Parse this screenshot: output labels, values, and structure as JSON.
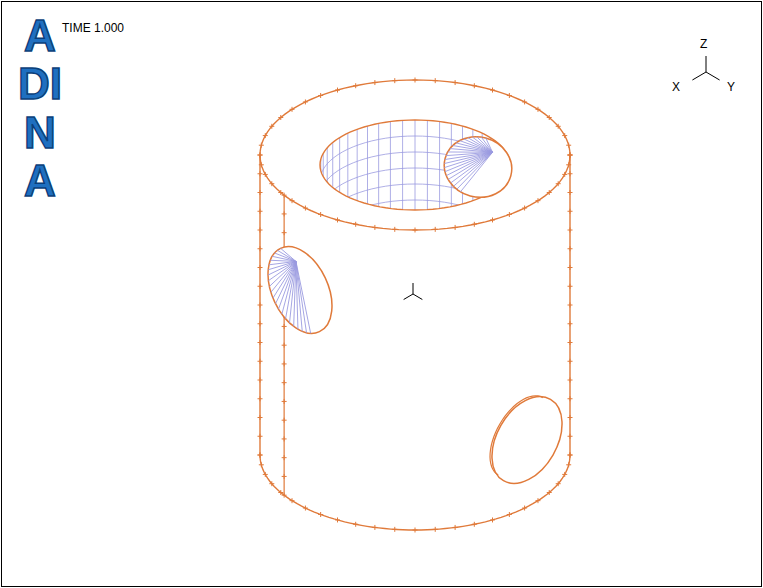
{
  "diagram": {
    "labels": [
      "ADINA",
      "TIME 1.000",
      "Z",
      "X",
      "Y"
    ]
  }
}
